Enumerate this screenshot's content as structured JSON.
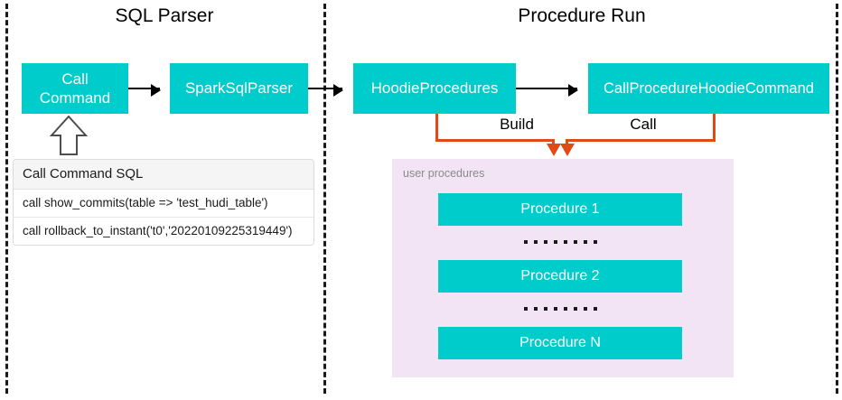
{
  "sections": [
    {
      "id": "sql-parser",
      "title": "SQL Parser"
    },
    {
      "id": "procedure-run",
      "title": "Procedure Run"
    }
  ],
  "nodes": {
    "call_command": "Call\nCommand",
    "call_command_line1": "Call",
    "call_command_line2": "Command",
    "spark_sql_parser": "SparkSqlParser",
    "hoodie_procedures": "HoodieProcedures",
    "call_procedure_hoodie_command": "CallProcedureHoodieCommand"
  },
  "sql_table": {
    "header": "Call Command SQL",
    "rows": [
      "call show_commits(table => 'test_hudi_table')",
      "call rollback_to_instant('t0','20220109225319449')"
    ]
  },
  "edges": {
    "build_label": "Build",
    "call_label": "Call"
  },
  "procedures_panel": {
    "caption": "user procedures",
    "items": [
      "Procedure 1",
      "Procedure 2",
      "Procedure N"
    ],
    "ellipsis_dots": 8
  },
  "colors": {
    "node_fill": "#00CCCC",
    "node_text": "#FFFFFF",
    "panel_fill": "#F2E4F4",
    "edge_orange": "#E04A16",
    "edge_black": "#000000",
    "divider": "#1A1A1A",
    "caption_text": "#8A8A8A"
  }
}
